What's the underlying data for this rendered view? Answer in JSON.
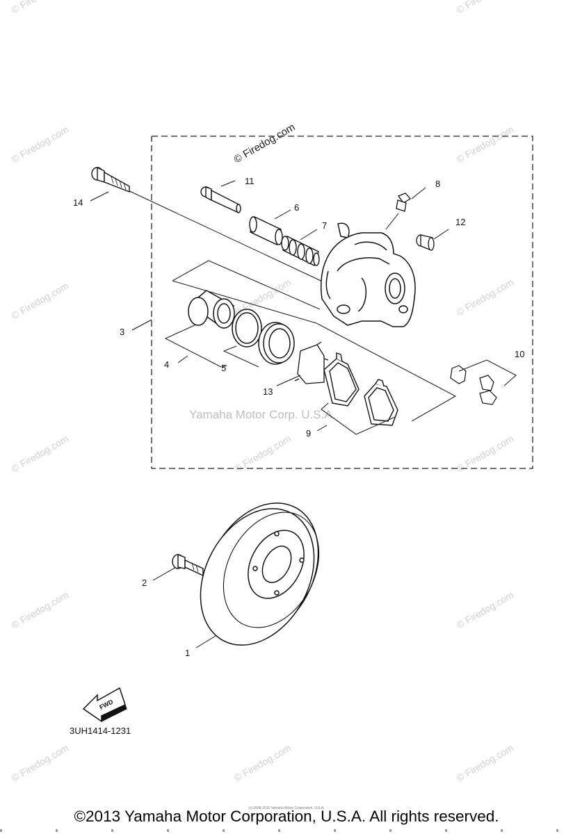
{
  "diagram": {
    "watermark": "© Firedog.com",
    "center_watermark": "Yamaha Motor Corp. U.S.A.",
    "part_code": "3UH1414-1231",
    "fwd_label": "FWD",
    "callouts": {
      "c1": "1",
      "c2": "2",
      "c3": "3",
      "c4": "4",
      "c5": "5",
      "c6": "6",
      "c7": "7",
      "c8": "8",
      "c9": "9",
      "c10": "10",
      "c11": "11",
      "c12": "12",
      "c13": "13",
      "c14": "14"
    }
  },
  "footer": {
    "copyright": "©2013 Yamaha Motor Corporation, U.S.A. All rights reserved.",
    "fine_print": "(c) 2006-2016 Yamaha Motor Corporation, U.S.A."
  }
}
